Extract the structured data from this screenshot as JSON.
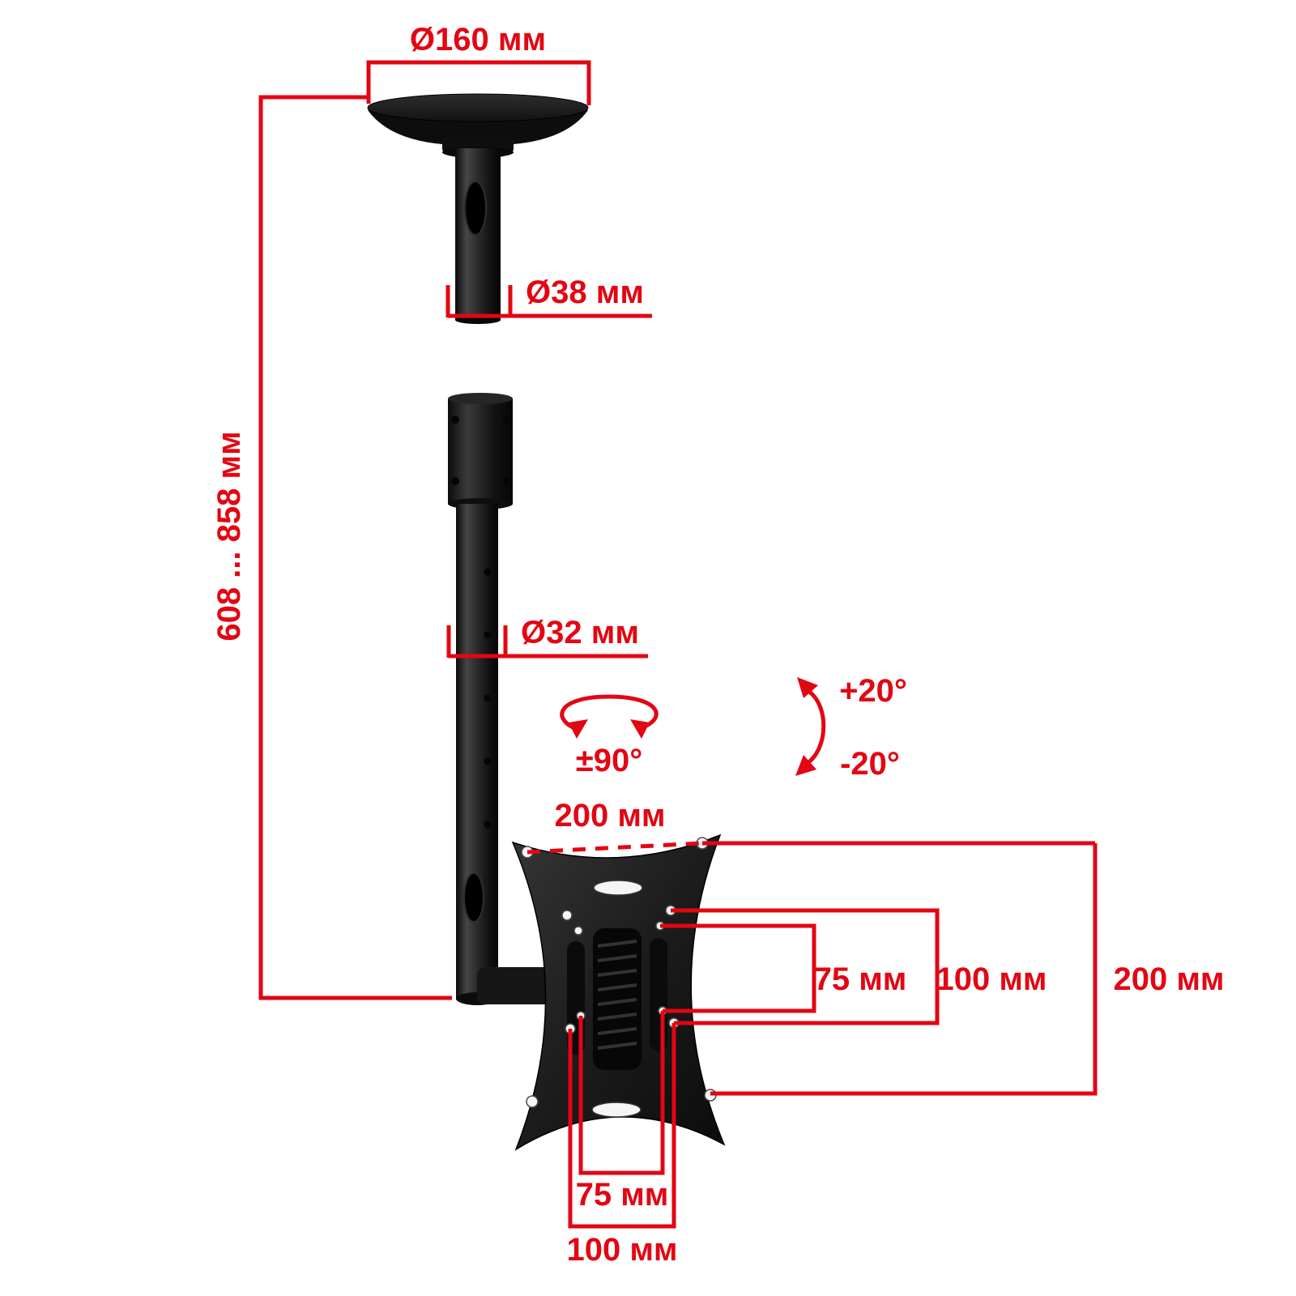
{
  "page": {
    "background": "#ffffff",
    "accent_color": "#e30613",
    "mount_color": "#141414",
    "subject": "ceiling-tv-bracket-dimension-diagram"
  },
  "labels": {
    "plate_diameter": "Ø160 мм",
    "upper_pole_diameter": "Ø38 мм",
    "lower_pole_diameter": "Ø32 мм",
    "height_range": "608 ... 858 мм",
    "rotation": "±90°",
    "tilt_up": "+20°",
    "tilt_down": "-20°",
    "vesa_width_top": "200 мм",
    "vesa_height_right": "200 мм",
    "vesa_100_vertical": "100 мм",
    "vesa_75_vertical": "75 мм",
    "vesa_75_horizontal": "75 мм",
    "vesa_100_horizontal": "100 мм"
  }
}
